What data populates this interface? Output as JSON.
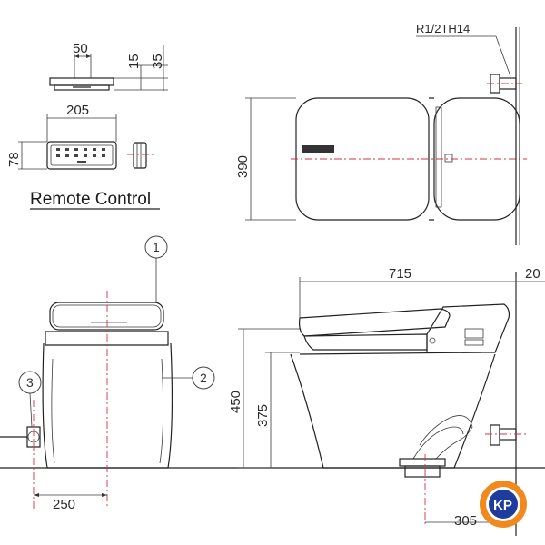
{
  "remote": {
    "title": "Remote Control",
    "dim_width_top": "50",
    "dim_height_a": "15",
    "dim_height_b": "35",
    "dim_width_front": "205",
    "dim_height_front": "78"
  },
  "plan": {
    "dim_depth": "390",
    "thread_label": "R1/2TH14"
  },
  "front": {
    "balloon_1": "1",
    "balloon_2": "2",
    "balloon_3": "3",
    "dim_offset": "250"
  },
  "side": {
    "dim_length": "715",
    "dim_back": "20",
    "dim_height_total": "450",
    "dim_height_rim": "375",
    "dim_outlet": "305"
  },
  "watermark": {
    "text": "KP"
  }
}
